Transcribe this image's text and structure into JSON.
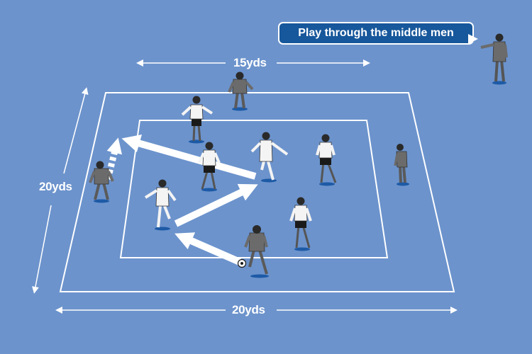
{
  "callout": {
    "text": "Play through the middle men"
  },
  "dimensions": {
    "top": "15yds",
    "left": "20yds",
    "bottom": "20yds"
  },
  "colors": {
    "pitch": "#6c93cc",
    "lines": "#ffffff",
    "callout_bg": "#17579b",
    "team_white": "#f4f4f4",
    "team_grey": "#6b6b6b",
    "shadow": "#1d5aa6"
  }
}
